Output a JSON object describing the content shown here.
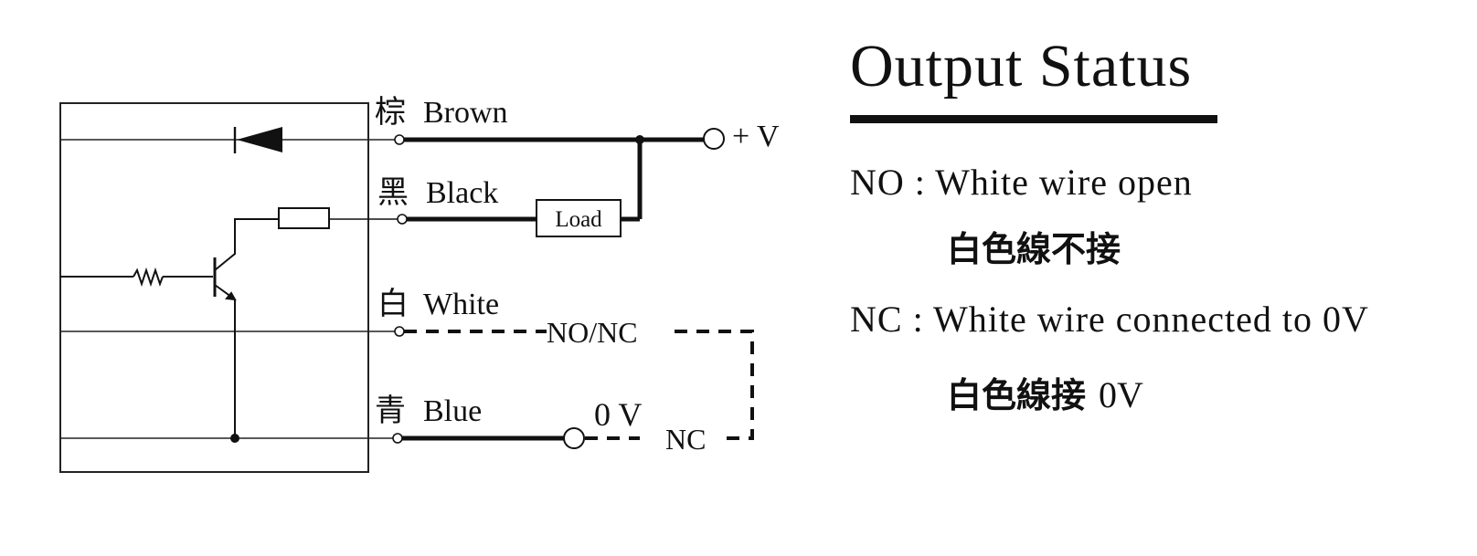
{
  "diagram": {
    "wires": [
      {
        "zh": "棕",
        "en": "Brown"
      },
      {
        "zh": "黑",
        "en": "Black"
      },
      {
        "zh": "白",
        "en": "White"
      },
      {
        "zh": "青",
        "en": "Blue"
      }
    ],
    "plus_v": "+ V",
    "load": "Load",
    "no_nc": "NO/NC",
    "zero_v": "0 V",
    "nc": "NC"
  },
  "status": {
    "title": "Output Status",
    "no_line": "NO : White wire open",
    "no_zh": "白色線不接",
    "nc_line": "NC : White wire connected to 0V",
    "nc_zh": "白色線接",
    "nc_zh_suffix": "0V"
  }
}
